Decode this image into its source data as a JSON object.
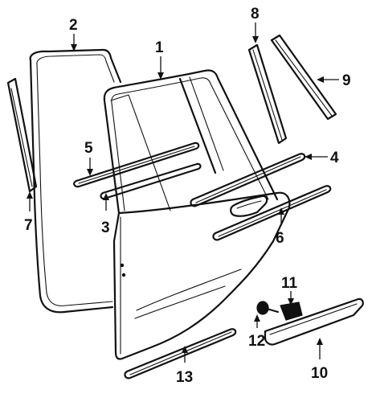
{
  "callouts": [
    "1",
    "2",
    "3",
    "4",
    "5",
    "6",
    "7",
    "8",
    "9",
    "10",
    "11",
    "12",
    "13"
  ],
  "colors": {
    "ink": "#111111",
    "background": "#ffffff"
  }
}
